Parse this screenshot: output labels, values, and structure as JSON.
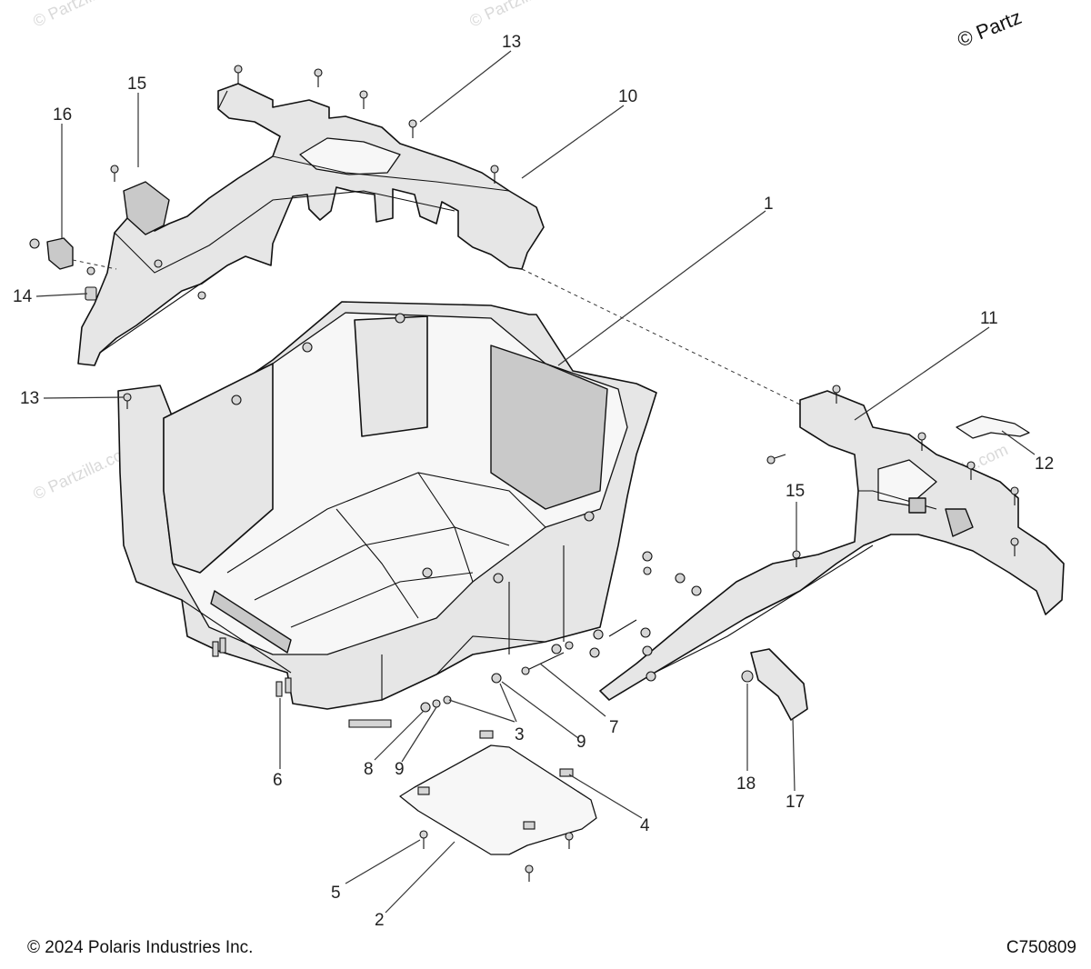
{
  "watermark_text": "© Partzilla.com",
  "corner_mark": "© Partz",
  "footer": {
    "copyright": "© 2024 Polaris Industries Inc.",
    "figure_code": "C750809"
  },
  "callouts": {
    "c1": "1",
    "c2": "2",
    "c3": "3",
    "c4": "4",
    "c5": "5",
    "c6": "6",
    "c7": "7",
    "c8": "8",
    "c9a": "9",
    "c9b": "9",
    "c10": "10",
    "c11": "11",
    "c12": "12",
    "c13a": "13",
    "c13b": "13",
    "c14": "14",
    "c15a": "15",
    "c15b": "15",
    "c16": "16",
    "c17": "17",
    "c18": "18"
  }
}
